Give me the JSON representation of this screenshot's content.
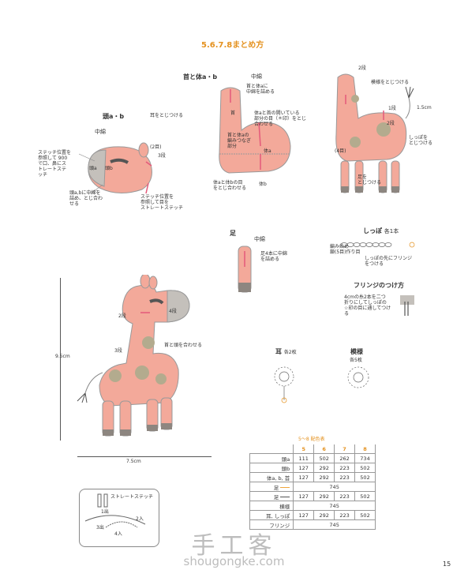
{
  "page": {
    "title": "5.6.7.8まとめ方",
    "page_number": "15"
  },
  "head": {
    "title": "頭a・b",
    "stuffing": "中綿",
    "ear_note": "耳をとじつける",
    "round2": "(2目)",
    "round3": "3段",
    "head_a": "頭a",
    "head_b": "頭b",
    "stitch_note_left": [
      "ステッチ位置を",
      "参照して 900",
      "で口、鼻にス",
      "トレートステ",
      "ッチ"
    ],
    "stitch_note_eye": [
      "ステッチ位置を",
      "参照して目を",
      "ストレートステッチ"
    ],
    "close_note": [
      "頭a,bに中綿を",
      "詰め、とじ合わ",
      "せる"
    ]
  },
  "neck_body": {
    "title": "首と体a・b",
    "stuffing": "中綿",
    "stuff_note": [
      "首と体aに",
      "中綿を詰める"
    ],
    "neck": "首",
    "join_note": [
      "体aと首の開いている",
      "部分の目（＊印）をとじ",
      "合わせる"
    ],
    "join_note2": [
      "首と体aの",
      "編みつなぎ",
      "部分"
    ],
    "body_a": "体a",
    "body_b": "体b",
    "close_note": [
      "体aと体bの目",
      "をとじ合わせる"
    ]
  },
  "assembled": {
    "round2": "2段",
    "pattern_note": "模様をとじつける",
    "len": "1.5cm",
    "round1": "1段",
    "round2b": "2段",
    "round4": "(4目)",
    "tail_note": [
      "しっぽを",
      "とじつける"
    ],
    "leg_note": [
      "足を",
      "とじつける"
    ]
  },
  "leg": {
    "title": "足",
    "stuffing": "中綿",
    "note": [
      "足4本に中綿",
      "を詰める"
    ]
  },
  "tail": {
    "title": "しっぽ",
    "count": "各1本",
    "start": [
      "編み始め",
      "鎖(5目)作り目"
    ],
    "note": [
      "しっぽの先にフリンジ",
      "をつける"
    ]
  },
  "fringe": {
    "title": "フリンジのつけ方",
    "note": [
      "4cmの糸2本を二つ",
      "折りにしてしっぽの",
      "☆印の目に通してつけ",
      "る"
    ]
  },
  "ear": {
    "title": "耳",
    "count": "各2枚"
  },
  "pattern_motif": {
    "title": "模様",
    "count": "各5枚"
  },
  "giraffe": {
    "round2": "2段",
    "round4": "4段",
    "round3": "3段",
    "join_note": "首と頭を合わせる",
    "height": "9.5cm",
    "width": "7.5cm"
  },
  "stitch_guide": {
    "title": "ストレートステッチ",
    "labels": [
      "1出",
      "2入",
      "3出",
      "4入"
    ]
  },
  "color_table": {
    "title": "5〜8 配色表",
    "columns": [
      "5",
      "6",
      "7",
      "8"
    ],
    "rows": [
      {
        "label": "頭a",
        "values": [
          "111",
          "502",
          "262",
          "734"
        ]
      },
      {
        "label": "頭b",
        "values": [
          "127",
          "292",
          "223",
          "502"
        ]
      },
      {
        "label": "体a, b, 首",
        "values": [
          "127",
          "292",
          "223",
          "502"
        ]
      },
      {
        "label": "足",
        "merged": "745",
        "color": "#f0a63c"
      },
      {
        "label": "足",
        "values": [
          "127",
          "292",
          "223",
          "502"
        ],
        "color": "#555555"
      },
      {
        "label": "横様",
        "merged": "745"
      },
      {
        "label": "耳, しっぽ",
        "values": [
          "127",
          "292",
          "223",
          "502"
        ]
      },
      {
        "label": "フリンジ",
        "merged": "745"
      }
    ]
  },
  "watermark": {
    "cn": "手工客",
    "url": "shougongke.com"
  },
  "colors": {
    "body": "#f3a99a",
    "spot": "#b3ab8e",
    "hoof": "#8d8680",
    "accent": "#e4911e",
    "arrow": "#e4597a"
  }
}
